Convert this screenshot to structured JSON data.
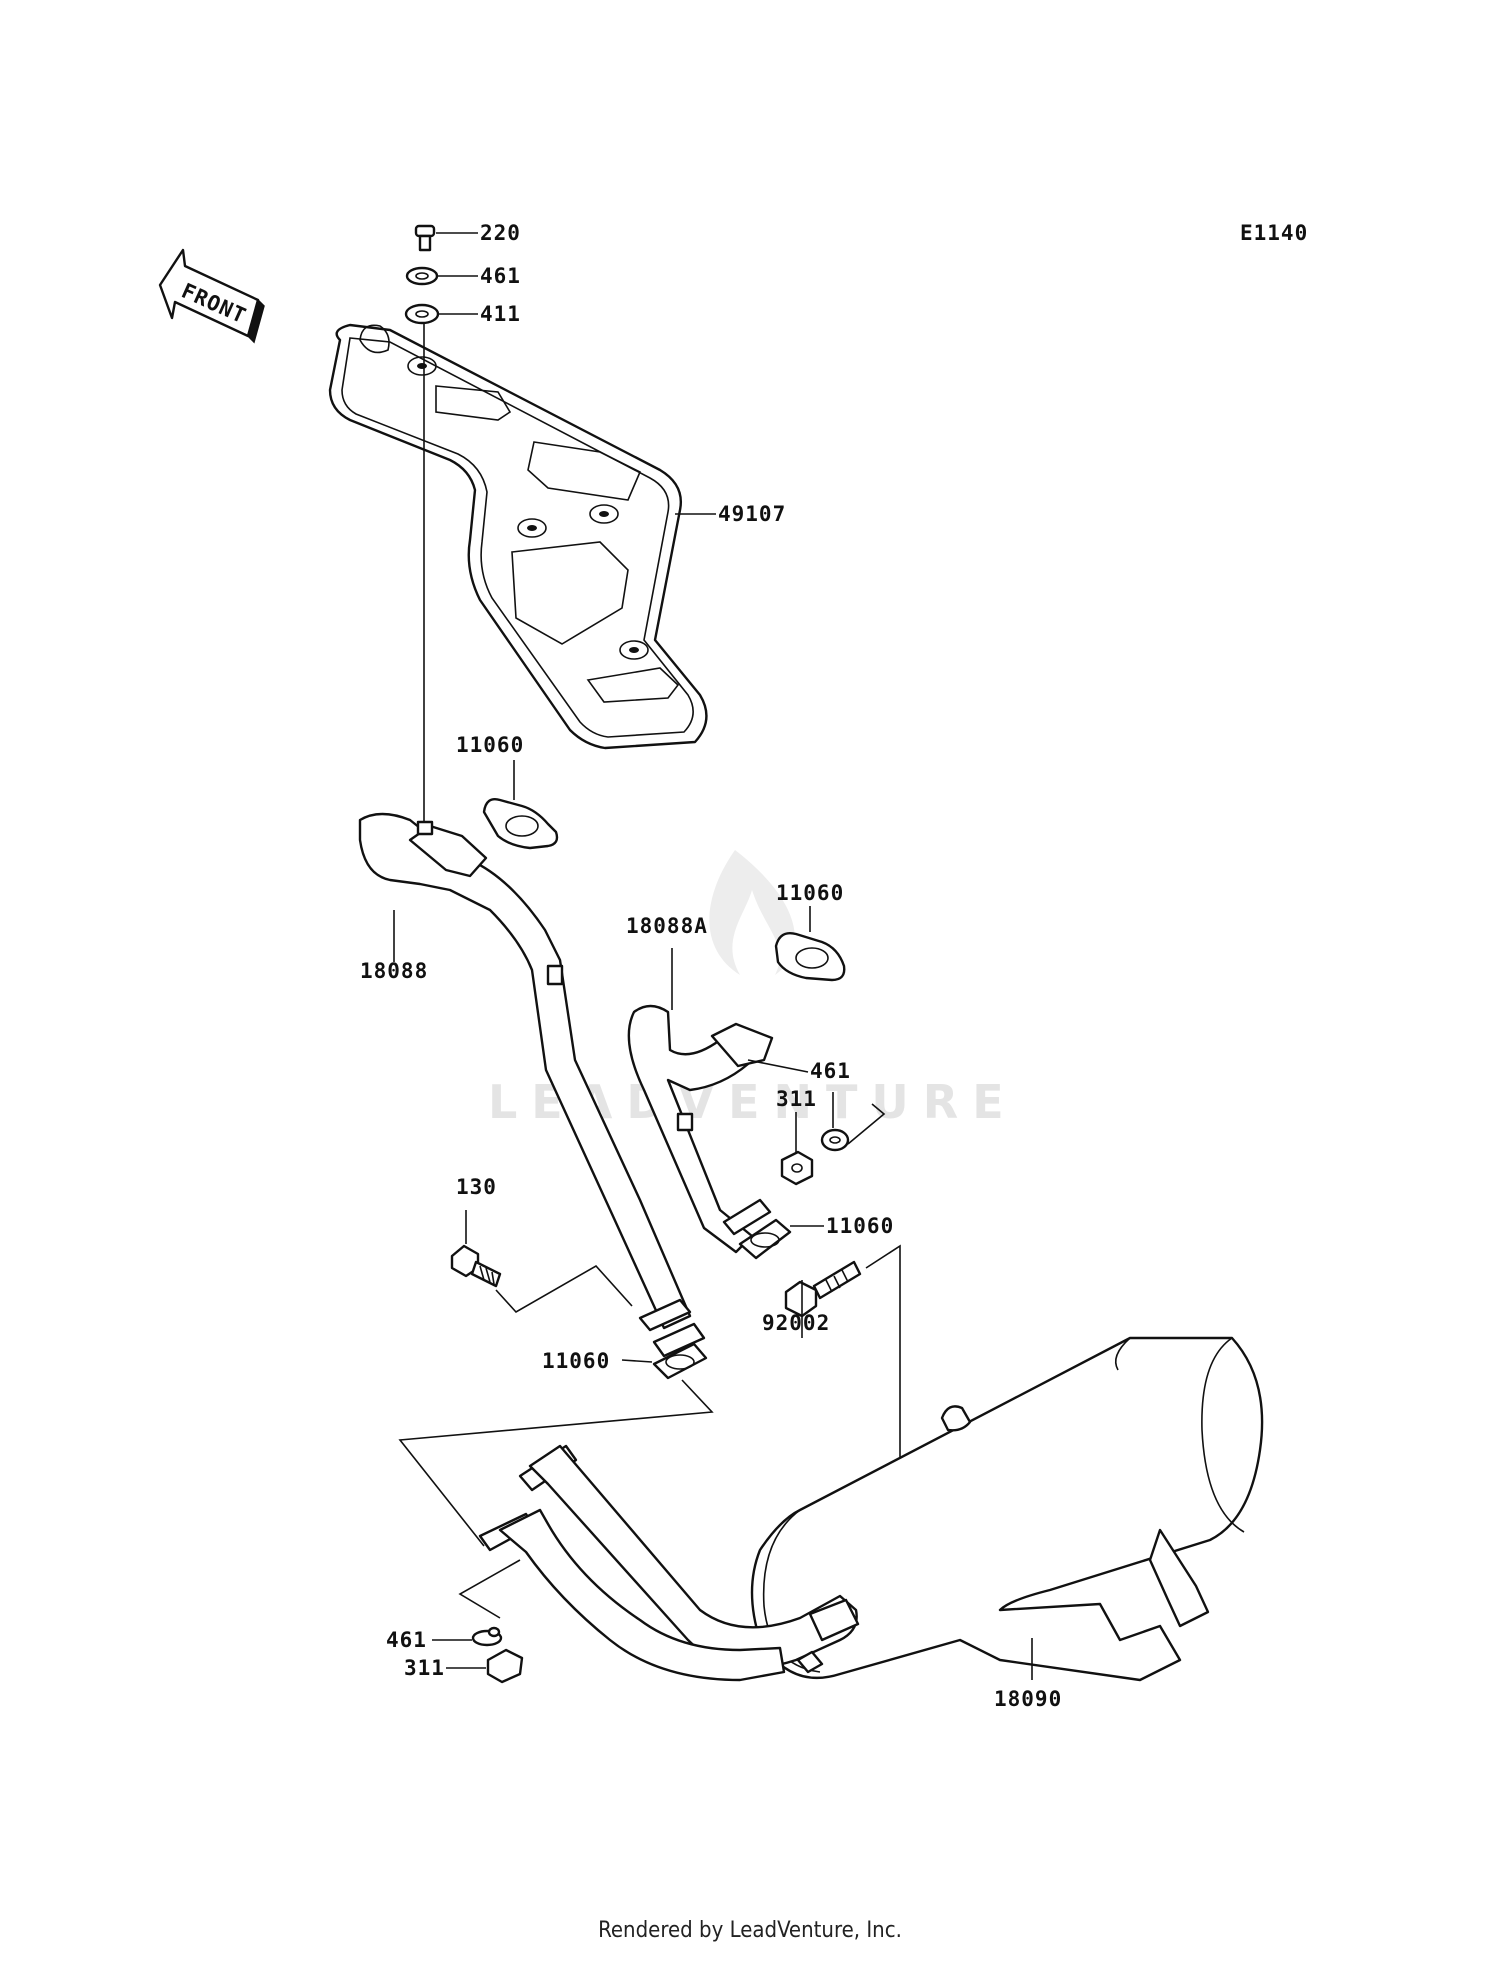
{
  "diagram_code": "E1140",
  "front_label": "FRONT",
  "watermark": "LEADVENTURE",
  "footer": "Rendered by LeadVenture, Inc.",
  "callouts": {
    "c220": "220",
    "c461_top": "461",
    "c411": "411",
    "c49107": "49107",
    "c11060_a": "11060",
    "c18088": "18088",
    "c18088A": "18088A",
    "c11060_b": "11060",
    "c461_mid": "461",
    "c311_mid": "311",
    "c130": "130",
    "c11060_c": "11060",
    "c11060_d": "11060",
    "c92002": "92002",
    "c461_bot": "461",
    "c311_bot": "311",
    "c18090": "18090"
  }
}
